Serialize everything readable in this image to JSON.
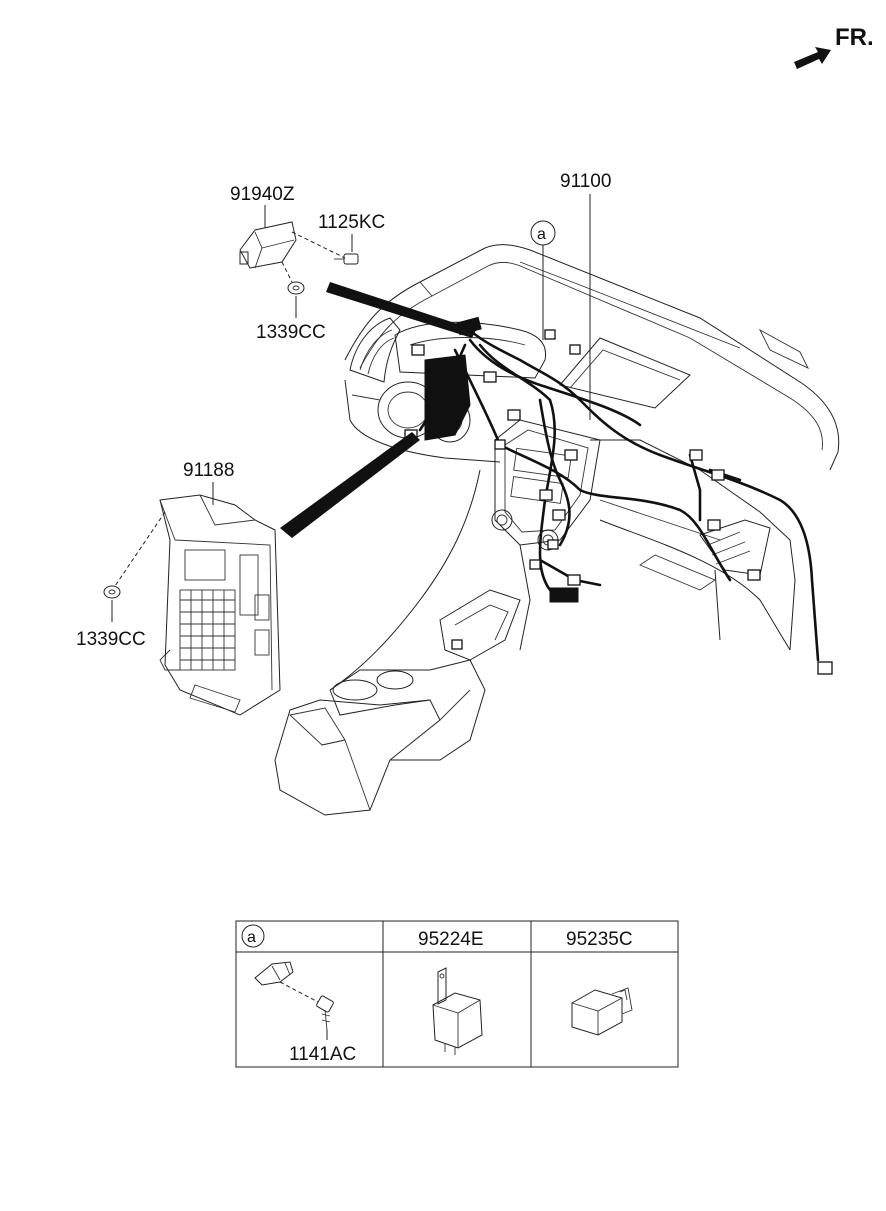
{
  "direction": {
    "label": "FR.",
    "icon": "front-direction-arrow-icon"
  },
  "callouts": {
    "bracket_part": "91940Z",
    "bolt_top": "1125KC",
    "nut_top": "1339CC",
    "main_harness": "91100",
    "junction_box": "91188",
    "nut_bottom": "1339CC",
    "detail_ref": "a"
  },
  "detail_table": {
    "ref_label": "a",
    "headers": [
      "95224E",
      "95235C"
    ],
    "clip_bolt": "1141AC"
  }
}
